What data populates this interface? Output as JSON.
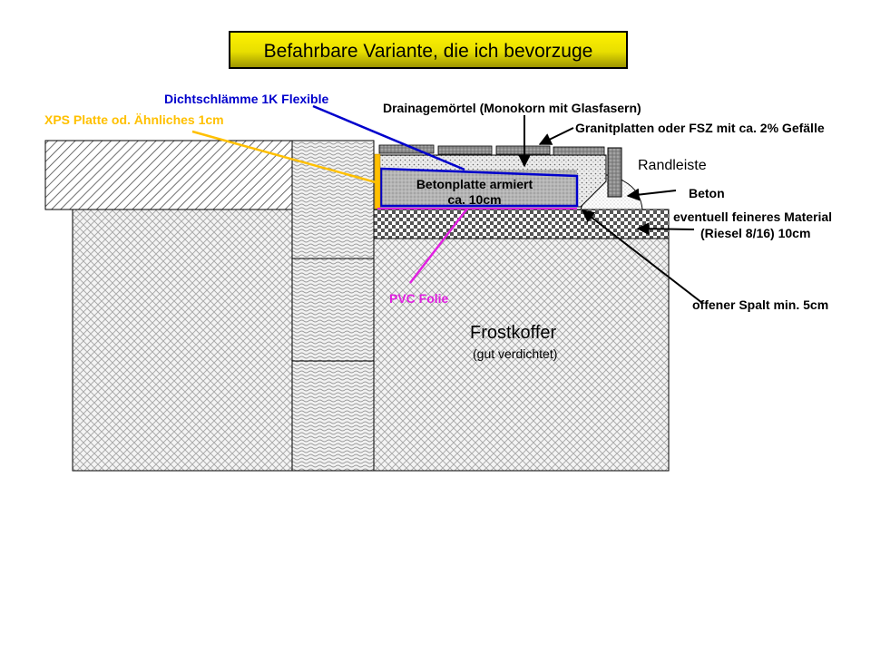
{
  "title": "Befahrbare Variante, die ich bevorzuge",
  "labels": {
    "dichtschlaemme": "Dichtschlämme 1K Flexible",
    "xps": "XPS Platte od. Ähnliches  1cm",
    "drainagemoertel": "Drainagemörtel (Monokorn mit Glasfasern)",
    "granitplatten": "Granitplatten oder FSZ mit ca. 2% Gefälle",
    "randleiste": "Randleiste",
    "beton": "Beton",
    "feineres_line1": "eventuell feineres Material",
    "feineres_line2": "(Riesel 8/16)  10cm",
    "betonplatte_line1": "Betonplatte armiert",
    "betonplatte_line2": "ca. 10cm",
    "pvc_folie": "PVC Folie",
    "offener_spalt": "offener Spalt min. 5cm",
    "frostkoffer": "Frostkoffer",
    "frostkoffer_sub": "(gut verdichtet)"
  },
  "colors": {
    "title_bg_top": "#fff200",
    "title_bg_bottom": "#a8a000",
    "dichtschlaemme": "#0000cc",
    "xps": "#ffc000",
    "pvc_folie": "#e020e0",
    "outline": "#000000",
    "hatch": "#555555"
  }
}
